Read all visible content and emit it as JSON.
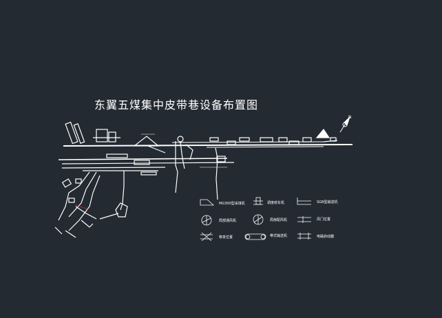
{
  "drawing": {
    "title": "东翼五煤集中皮带巷设备布置图",
    "line_color": "#ffffff",
    "background": "#232a32",
    "north_arrow_label": "N"
  },
  "legend": {
    "items": [
      {
        "id": "item1",
        "icon": "shearer-icon",
        "label": "MG300型采煤机"
      },
      {
        "id": "item2",
        "icon": "winch-icon",
        "label": "调度绞车机"
      },
      {
        "id": "item3",
        "icon": "belt-conveyor-icon",
        "label": "SGB型输送机"
      },
      {
        "id": "item4",
        "icon": "fan-icon",
        "label": "局部通风机"
      },
      {
        "id": "item5",
        "icon": "pump-fan-icon",
        "label": "局扇配风机"
      },
      {
        "id": "item6",
        "icon": "damper-icon",
        "label": "风门位置"
      },
      {
        "id": "item7",
        "icon": "transformer-icon",
        "label": "移变位置"
      },
      {
        "id": "item8",
        "icon": "belt-machine-icon",
        "label": "带式输送机"
      },
      {
        "id": "item9",
        "icon": "switch-icon",
        "label": "电磁启动器"
      }
    ]
  }
}
